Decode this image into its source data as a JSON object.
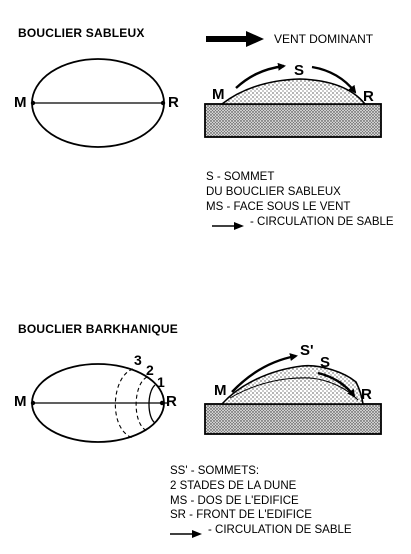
{
  "section1": {
    "title": "BOUCLIER SABLEUX",
    "wind_label": "VENT DOMINANT",
    "plan_labels": {
      "left": "M",
      "right": "R"
    },
    "profile_labels": {
      "left": "M",
      "top": "S",
      "right": "R"
    },
    "legend": [
      "S - SOMMET",
      "DU BOUCLIER SABLEUX",
      "MS - FACE SOUS LE VENT",
      "- CIRCULATION DE SABLE"
    ]
  },
  "section2": {
    "title": "BOUCLIER BARKHANIQUE",
    "plan_labels": {
      "left": "M",
      "right": "R",
      "stage3": "3",
      "stage2": "2",
      "stage1": "1"
    },
    "profile_labels": {
      "left": "M",
      "top_prime": "S'",
      "top": "S",
      "right": "R"
    },
    "legend": [
      "SS' - SOMMETS:",
      "2 STADES DE LA DUNE",
      "MS - DOS DE L'EDIFICE",
      "SR - FRONT DE L'EDIFICE",
      "- CIRCULATION DE SABLE"
    ]
  },
  "colors": {
    "ink": "#000000",
    "background": "#ffffff",
    "sand": "#bdbdbd"
  }
}
